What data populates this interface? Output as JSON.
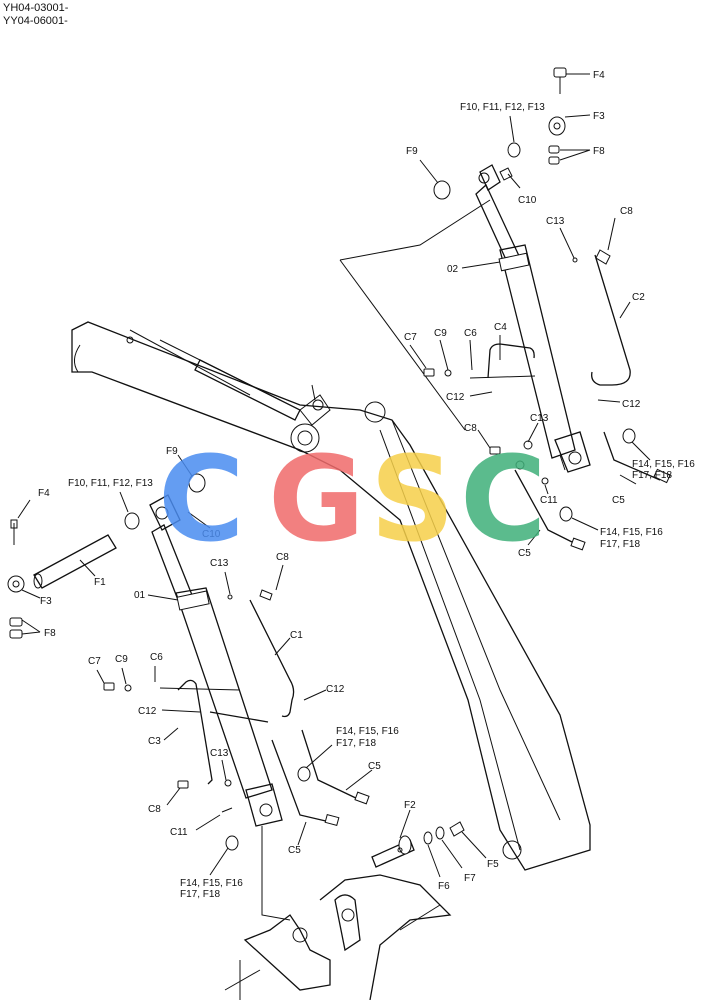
{
  "header": {
    "serial_1": "YH04-03001-",
    "serial_2": "YY04-06001-"
  },
  "watermark": {
    "letters": [
      "C",
      "G",
      "S",
      "C"
    ],
    "colors": [
      "#4a8cf0",
      "#f06b6b",
      "#f6d04a",
      "#3fb07a"
    ]
  },
  "callouts": {
    "f4_top": "F4",
    "f10_f13_top": "F10, F11, F12, F13",
    "f3_top": "F3",
    "f9_top": "F9",
    "f8_top": "F8",
    "c10_top": "C10",
    "c13_top": "C13",
    "c8_top": "C8",
    "o2": "02",
    "c2": "C2",
    "c7_top": "C7",
    "c9_top": "C9",
    "c6_top": "C6",
    "c4": "C4",
    "c12_mid": "C12",
    "c12_right": "C12",
    "c13_mid": "C13",
    "c8_mid": "C8",
    "f14_f16_r": "F14, F15, F16",
    "f17_f18_r": "F17, F18",
    "c11_r": "C11",
    "c5_r1": "C5",
    "f14_f16_r2": "F14, F15, F16",
    "f17_f18_r2": "F17, F18",
    "c5_r2": "C5",
    "f9_left": "F9",
    "f10_f13_left": "F10, F11, F12, F13",
    "f4_left": "F4",
    "c10_left": "C10",
    "f1": "F1",
    "f3_left": "F3",
    "f8_left": "F8",
    "c13_left": "C13",
    "c8_left": "C8",
    "o1": "01",
    "c1": "C1",
    "c7_left": "C7",
    "c9_left": "C9",
    "c6_left": "C6",
    "c12_l1": "C12",
    "c12_l2": "C12",
    "c3": "C3",
    "c13_low": "C13",
    "c8_low": "C8",
    "c11_low": "C11",
    "f14_f16_mid": "F14, F15, F16",
    "f17_f18_mid": "F17, F18",
    "c5_mid1": "C5",
    "c5_mid2": "C5",
    "f14_f16_low": "F14, F15, F16",
    "f17_f18_low": "F17, F18",
    "f2": "F2",
    "f6": "F6",
    "f7": "F7",
    "f5": "F5"
  }
}
